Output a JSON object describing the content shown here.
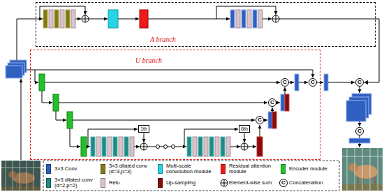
{
  "diagram": {
    "nodes": [
      {
        "text": [
          "A branch"
        ]
      },
      {
        "text": [
          "U branch"
        ]
      },
      {
        "text": [
          "C"
        ],
        "in": 1
      },
      {
        "text": [
          "C"
        ],
        "in": 1
      },
      {
        "text": [
          "C"
        ],
        "in": 1
      },
      {
        "text": [
          "C"
        ],
        "in": 1
      },
      {
        "text": [
          "1th"
        ],
        "in": 1
      },
      {
        "text": [
          "6th"
        ],
        "in": 1
      },
      {
        "text": [
          "C"
        ]
      },
      {
        "text": [
          "C"
        ]
      }
    ],
    "edges": [
      {
        "from": 0,
        "to": 8,
        "arrow": "to"
      }
    ],
    "labels": [
      "C"
    ],
    "legend": [
      {
        "text": "3×3 Conv",
        "color": "#2f5fbf"
      },
      {
        "text": "3×3 dilated conv (d=3,p=3)",
        "color": "#807a14"
      },
      {
        "text": "Multi-scale convolution module",
        "color": "#2ad4e4"
      },
      {
        "text": "Residual attention module",
        "color": "#f01a1a"
      },
      {
        "text": "Encoder module",
        "color": "#22c02c"
      },
      {
        "text": "3×3 dilated conv (d=2,p=2)",
        "color": "#1f8a86"
      },
      {
        "text": "Relu",
        "color": "#d8c4cc"
      },
      {
        "text": "Up-sampling",
        "color": "#8a0a0a"
      },
      {
        "text": "Element-wise sum"
      },
      {
        "text": "Concatenation"
      }
    ]
  }
}
